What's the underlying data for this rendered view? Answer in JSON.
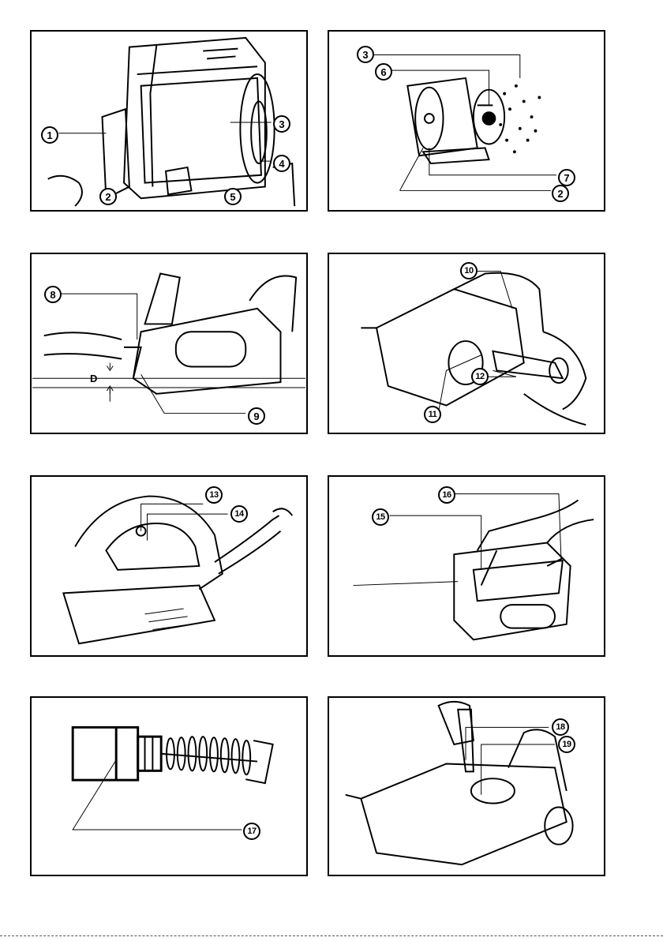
{
  "figures": [
    {
      "id": "fig1",
      "callouts": [
        "1",
        "2",
        "3",
        "4",
        "5"
      ]
    },
    {
      "id": "fig2",
      "callouts": [
        "3",
        "6",
        "7",
        "2"
      ]
    },
    {
      "id": "fig3",
      "callouts": [
        "8",
        "9"
      ],
      "dimension_label": "D"
    },
    {
      "id": "fig4",
      "callouts": [
        "10",
        "11",
        "12"
      ]
    },
    {
      "id": "fig5",
      "callouts": [
        "13",
        "14"
      ]
    },
    {
      "id": "fig6",
      "callouts": [
        "15",
        "16"
      ]
    },
    {
      "id": "fig7",
      "callouts": [
        "17"
      ]
    },
    {
      "id": "fig8",
      "callouts": [
        "18",
        "19"
      ]
    }
  ]
}
